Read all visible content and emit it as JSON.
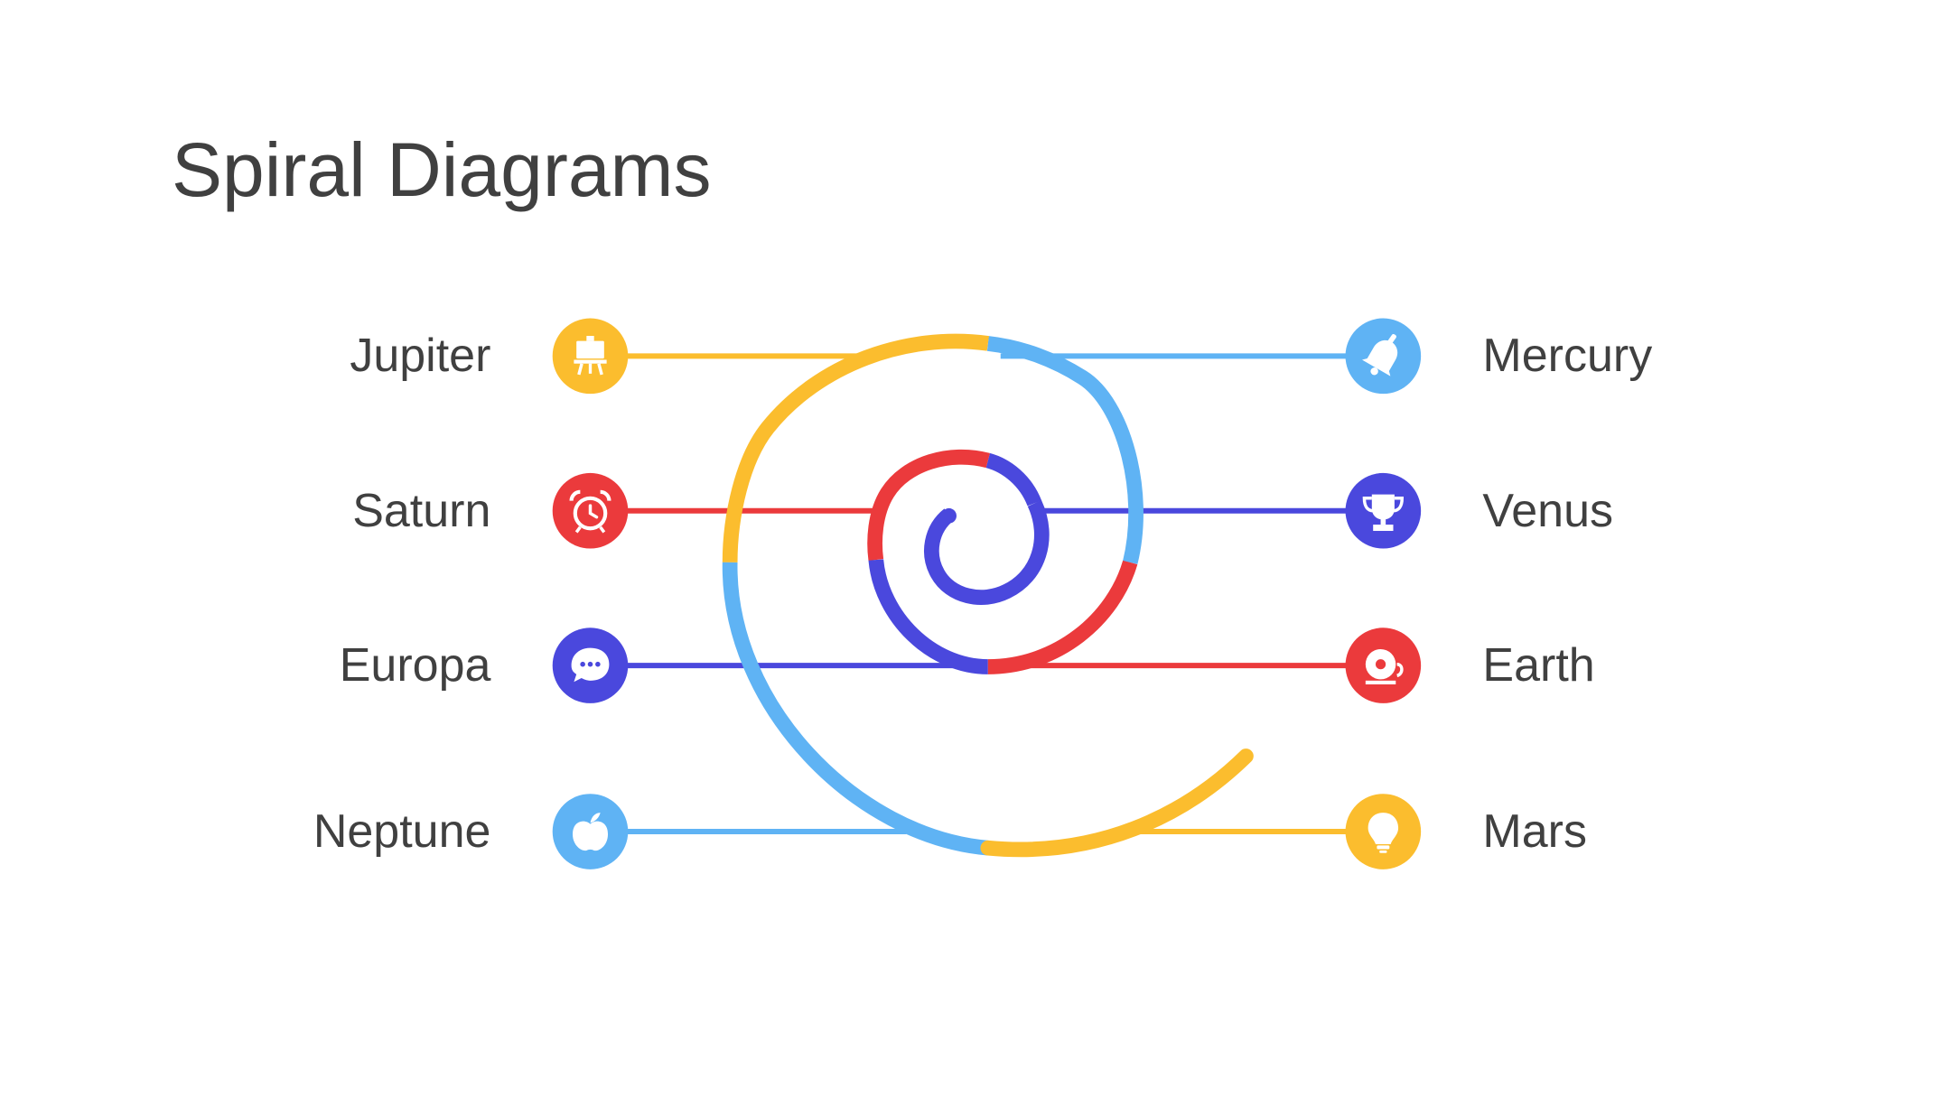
{
  "title": "Spiral Diagrams",
  "colors": {
    "yellow": "#FBBD2E",
    "red": "#EB3A3C",
    "blue_dark": "#4A48DD",
    "blue_light": "#5FB3F4",
    "text": "#404040"
  },
  "left_items": [
    {
      "label": "Jupiter",
      "icon": "easel-icon",
      "color": "#FBBD2E"
    },
    {
      "label": "Saturn",
      "icon": "alarm-clock-icon",
      "color": "#EB3A3C"
    },
    {
      "label": "Europa",
      "icon": "chat-bubble-icon",
      "color": "#4A48DD"
    },
    {
      "label": "Neptune",
      "icon": "apple-icon",
      "color": "#5FB3F4"
    }
  ],
  "right_items": [
    {
      "label": "Mercury",
      "icon": "bell-icon",
      "color": "#5FB3F4"
    },
    {
      "label": "Venus",
      "icon": "trophy-icon",
      "color": "#4A48DD"
    },
    {
      "label": "Earth",
      "icon": "alarm-bell-icon",
      "color": "#EB3A3C"
    },
    {
      "label": "Mars",
      "icon": "lightbulb-icon",
      "color": "#FBBD2E"
    }
  ]
}
